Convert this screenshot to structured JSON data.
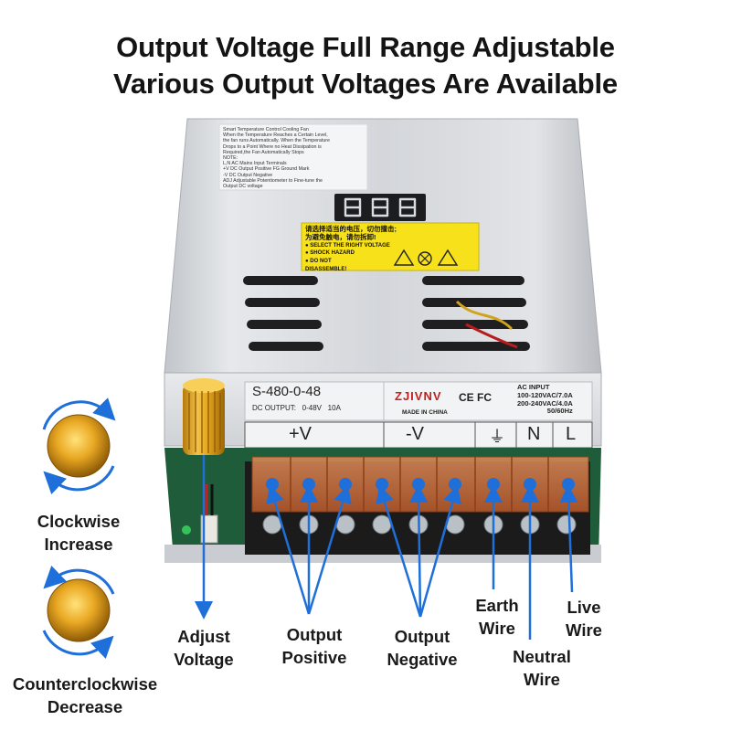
{
  "headline": {
    "line1": "Output Voltage Full Range Adjustable",
    "line2": "Various Output Voltages Are Available"
  },
  "product": {
    "model": "S-480-0-48",
    "dc_output": "DC OUTPUT:   0-48V   10A",
    "brand": "ZJIVNV",
    "cert_marks": "CE FC",
    "made_in": "MADE IN CHINA",
    "ac_input_title": "AC   INPUT",
    "ac_input_line1": "100-120VAC/7.0A",
    "ac_input_line2": "200-240VAC/4.0A",
    "ac_input_freq": "50/60Hz",
    "display_reading": "888",
    "terminal_labels": [
      "+V",
      "-V",
      "⏚",
      "N",
      "L"
    ]
  },
  "sticker": {
    "lines": [
      "Smart Temperature Control Cooling Fan",
      "When the Temperature Reaches a Certain Level,",
      "the fan runs Automatically. When the Temperature",
      "Drops to a Point Where no Heat Dissipation is",
      "Required,the Fan Automatically Stops",
      "NOTE:",
      "L,N AC Mains Input Terminals",
      "+V DC Output Positive FG Ground Mark",
      "-V DC Output Negative",
      "ADJ Adjustable Potentiometer to Fine-tune the",
      "Output DC voltage"
    ]
  },
  "warning_label": {
    "cn_line1": "请选择适当的电压，切勿撞击;",
    "cn_line2": "为避免触电，请勿拆卸!",
    "en_line1": "● SELECT THE RIGHT VOLTAGE",
    "en_line2": "● SHOCK HAZARD",
    "en_line3": "● DO NOT",
    "en_line4": "DISASSEMBLE!",
    "color": "#f7e11b"
  },
  "callouts": {
    "clockwise": [
      "Clockwise",
      "Increase"
    ],
    "counterclockwise": [
      "Counterclockwise",
      "Decrease"
    ],
    "adjust_voltage": [
      "Adjust",
      "Voltage"
    ],
    "output_positive": [
      "Output",
      "Positive"
    ],
    "output_negative": [
      "Output",
      "Negative"
    ],
    "earth_wire": [
      "Earth",
      "Wire"
    ],
    "neutral_wire": [
      "Neutral",
      "Wire"
    ],
    "live_wire": [
      "Live",
      "Wire"
    ]
  },
  "colors": {
    "arrow_blue": "#1e6fd9",
    "knob_gold": "#e0a21a",
    "terminal_cover": "#c86a3a",
    "pcb_green": "#1f5c3a",
    "case_silver": "#c9ccd0"
  }
}
